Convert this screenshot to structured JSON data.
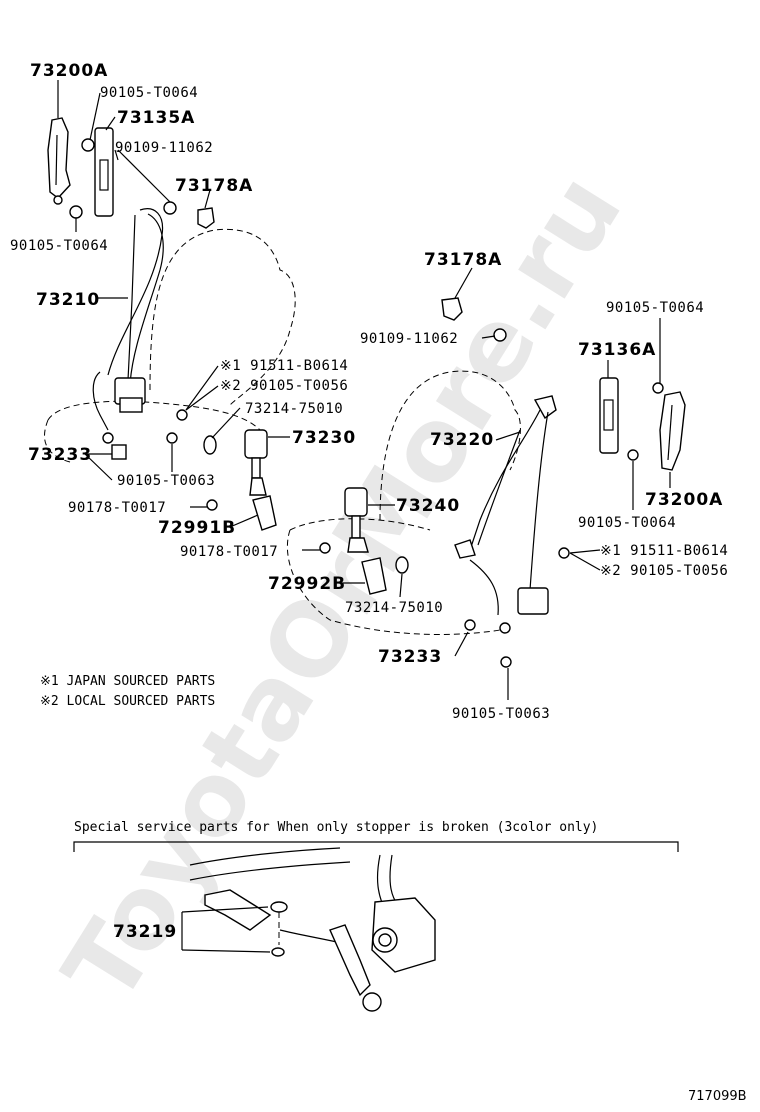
{
  "watermark": "ToyotaOrMore.ru",
  "diagram_id": "717099B",
  "legend": {
    "note1": "※1 JAPAN SOURCED PARTS",
    "note2": "※2 LOCAL SOURCED PARTS"
  },
  "special_section_title": "Special service parts for When only stopper is broken (3color only)",
  "labels": {
    "p73200A_top": "73200A",
    "p90105_T0064_a": "90105-T0064",
    "p73135A": "73135A",
    "p90109_11062_a": "90109-11062",
    "p73178A_a": "73178A",
    "p90105_T0064_b": "90105-T0064",
    "p73210": "73210",
    "p91511_B0614_a": "※1 91511-B0614",
    "p90105_T0056_a": "※2 90105-T0056",
    "p73214_75010_a": "73214-75010",
    "p73230": "73230",
    "p73233_a": "73233",
    "p90105_T0063_a": "90105-T0063",
    "p90178_T0017_a": "90178-T0017",
    "p72991B": "72991B",
    "p73178A_b": "73178A",
    "p90105_T0064_c": "90105-T0064",
    "p90109_11062_b": "90109-11062",
    "p73136A": "73136A",
    "p73220": "73220",
    "p73240": "73240",
    "p73200A_b": "73200A",
    "p90105_T0064_d": "90105-T0064",
    "p90178_T0017_b": "90178-T0017",
    "p91511_B0614_b": "※1 91511-B0614",
    "p72992B": "72992B",
    "p90105_T0056_b": "※2 90105-T0056",
    "p73214_75010_b": "73214-75010",
    "p73233_b": "73233",
    "p90105_T0063_b": "90105-T0063",
    "p73219": "73219"
  }
}
